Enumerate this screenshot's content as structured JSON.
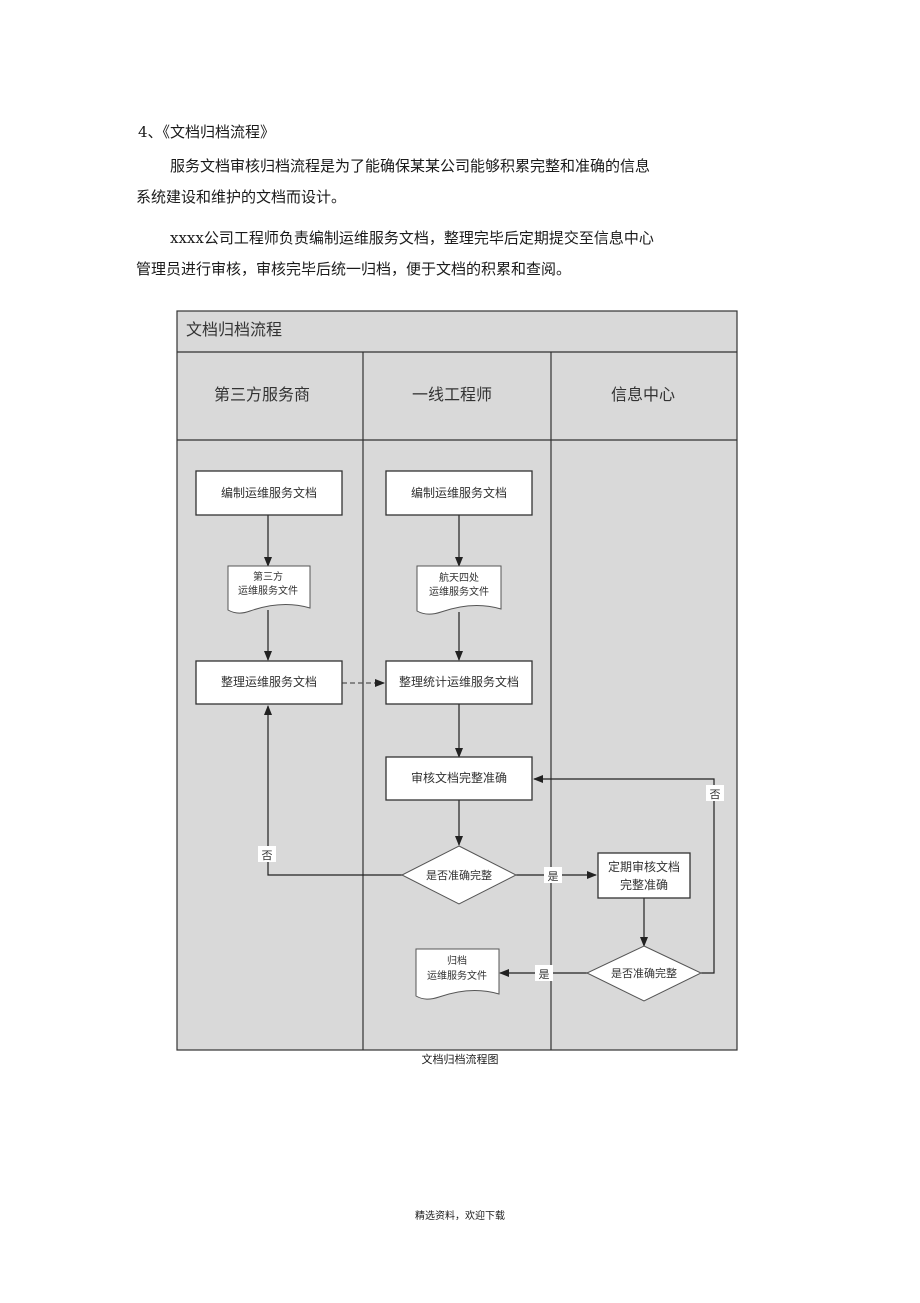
{
  "document": {
    "heading": "4、《文档归档流程》",
    "paragraphs": [
      {
        "lines": [
          "服务文档审核归档流程是为了能确保某某公司能够积累完整和准确的信息",
          "系统建设和维护的文档而设计。"
        ]
      },
      {
        "lines": [
          "xxxx公司工程师负责编制运维服务文档，整理完毕后定期提交至信息中心",
          "管理员进行审核，审核完毕后统一归档，便于文档的积累和查阅。"
        ]
      }
    ],
    "figure_caption": "文档归档流程图",
    "footer": "精选资料，欢迎下载"
  },
  "flowchart": {
    "title": "文档归档流程",
    "lanes": [
      "第三方服务商",
      "一线工程师",
      "信息中心"
    ],
    "nodes": {
      "vendor_compile": "编制运维服务文档",
      "vendor_doc_l1": "第三方",
      "vendor_doc_l2": "运维服务文件",
      "vendor_organize": "整理运维服务文档",
      "eng_compile": "编制运维服务文档",
      "eng_doc_l1": "航天四处",
      "eng_doc_l2": "运维服务文件",
      "eng_organize": "整理统计运维服务文档",
      "eng_review": "审核文档完整准确",
      "eng_decision": "是否准确完整",
      "center_review_l1": "定期审核文档",
      "center_review_l2": "完整准确",
      "center_decision": "是否准确完整",
      "archive_l1": "归档",
      "archive_l2": "运维服务文件"
    },
    "edge_labels": {
      "no_left": "否",
      "yes_mid": "是",
      "no_right": "否",
      "yes_bottom": "是"
    },
    "colors": {
      "lane_fill": "#d9d9d9",
      "box_fill": "#ffffff",
      "stroke": "#333333"
    }
  }
}
